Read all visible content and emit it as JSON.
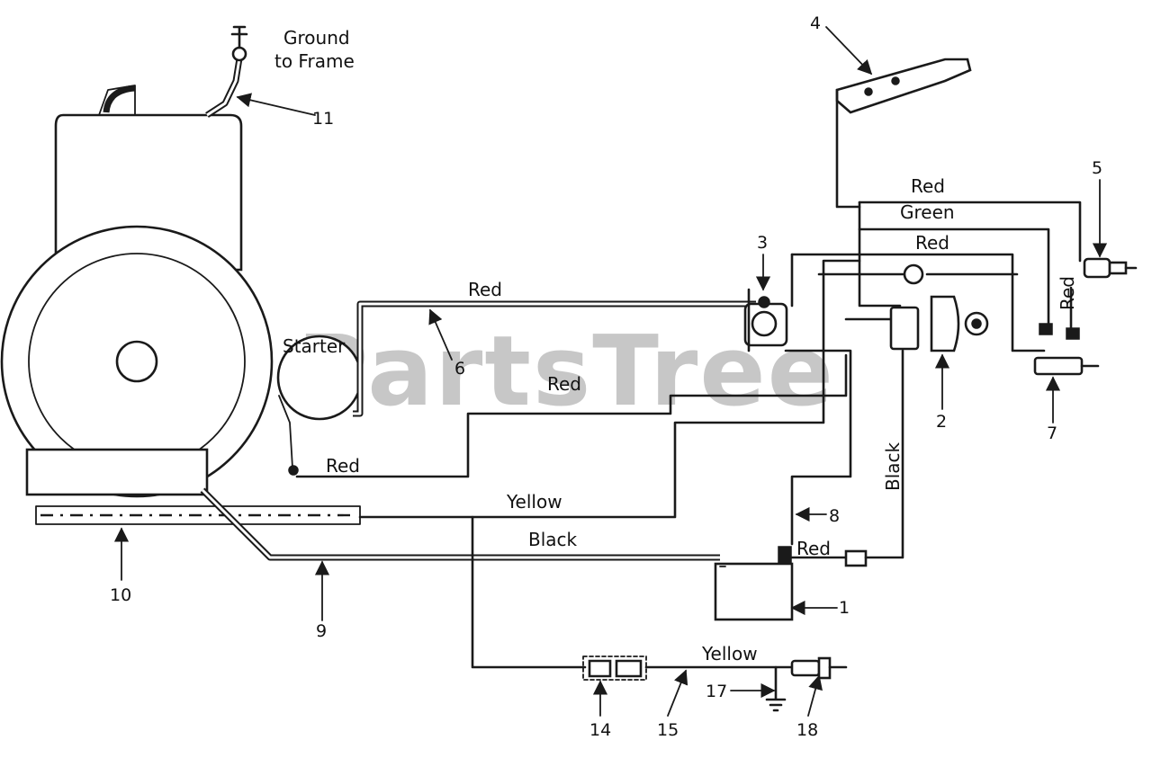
{
  "labels": {
    "ground_to_frame_line1": "Ground",
    "ground_to_frame_line2": "to Frame",
    "starter": "Starter",
    "red_top": "Red",
    "red_6": "Red",
    "red_mid": "Red",
    "red_starter": "Red",
    "green": "Green",
    "red_second": "Red",
    "red_vertical": "Red",
    "yellow_main": "Yellow",
    "black_main": "Black",
    "red_battery": "Red",
    "black_vertical": "Black",
    "yellow_bottom": "Yellow"
  },
  "callouts": [
    "1",
    "2",
    "3",
    "4",
    "5",
    "6",
    "7",
    "8",
    "9",
    "10",
    "11",
    "14",
    "15",
    "17",
    "18"
  ],
  "watermark": "PartsTree"
}
